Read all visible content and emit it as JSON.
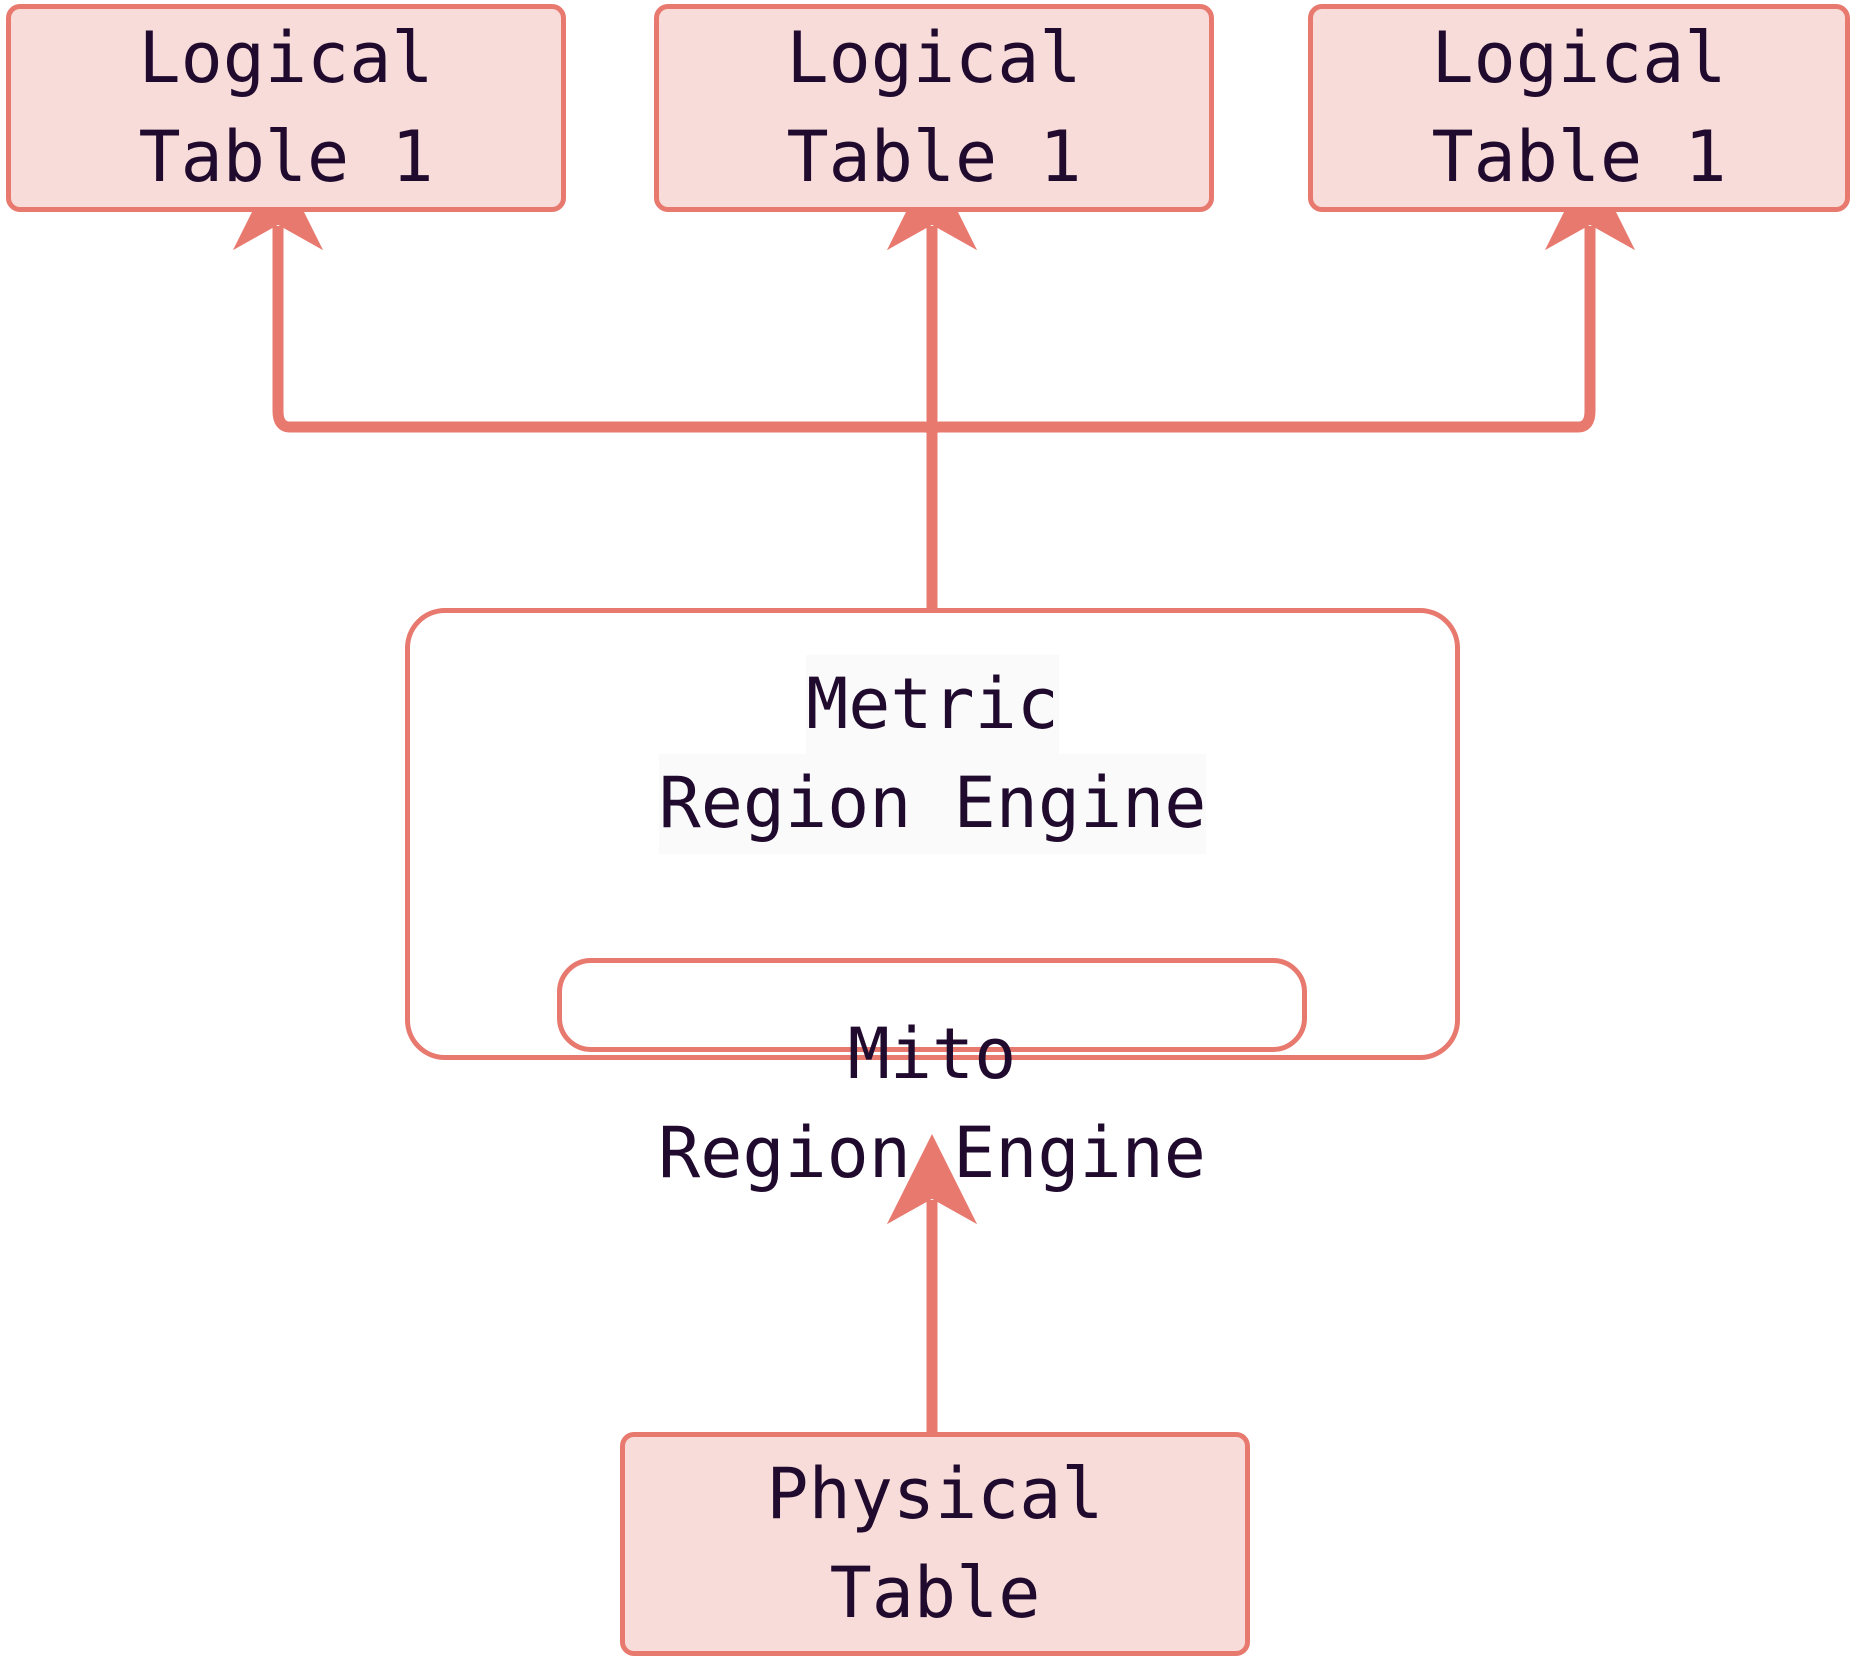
{
  "diagram": {
    "title": "Metric Region Engine layering over Mito Region Engine",
    "colors": {
      "node_fill": "#f8dcd9",
      "node_border": "#e8796f",
      "container_fill": "#ffffff",
      "edge": "#e8796f",
      "text": "#200b2e",
      "background": "#ffffff",
      "label_highlight": "#fafafa"
    },
    "nodes": {
      "logical_table_1": {
        "line1": "Logical",
        "line2": "Table 1"
      },
      "logical_table_2": {
        "line1": "Logical",
        "line2": "Table 1"
      },
      "logical_table_3": {
        "line1": "Logical",
        "line2": "Table 1"
      },
      "metric_region_engine": {
        "line1": "Metric",
        "line2": "Region Engine"
      },
      "mito_region_engine": {
        "line1": "Mito",
        "line2": "Region Engine"
      },
      "physical_table": {
        "line1": "Physical",
        "line2": "Table"
      }
    },
    "edges": [
      {
        "from": "metric_region_engine",
        "to": "logical_table_1",
        "style": "elbow",
        "arrow": "up"
      },
      {
        "from": "metric_region_engine",
        "to": "logical_table_2",
        "style": "straight",
        "arrow": "up"
      },
      {
        "from": "metric_region_engine",
        "to": "logical_table_3",
        "style": "elbow",
        "arrow": "up"
      },
      {
        "from": "physical_table",
        "to": "mito_region_engine",
        "style": "straight",
        "arrow": "up"
      }
    ]
  }
}
